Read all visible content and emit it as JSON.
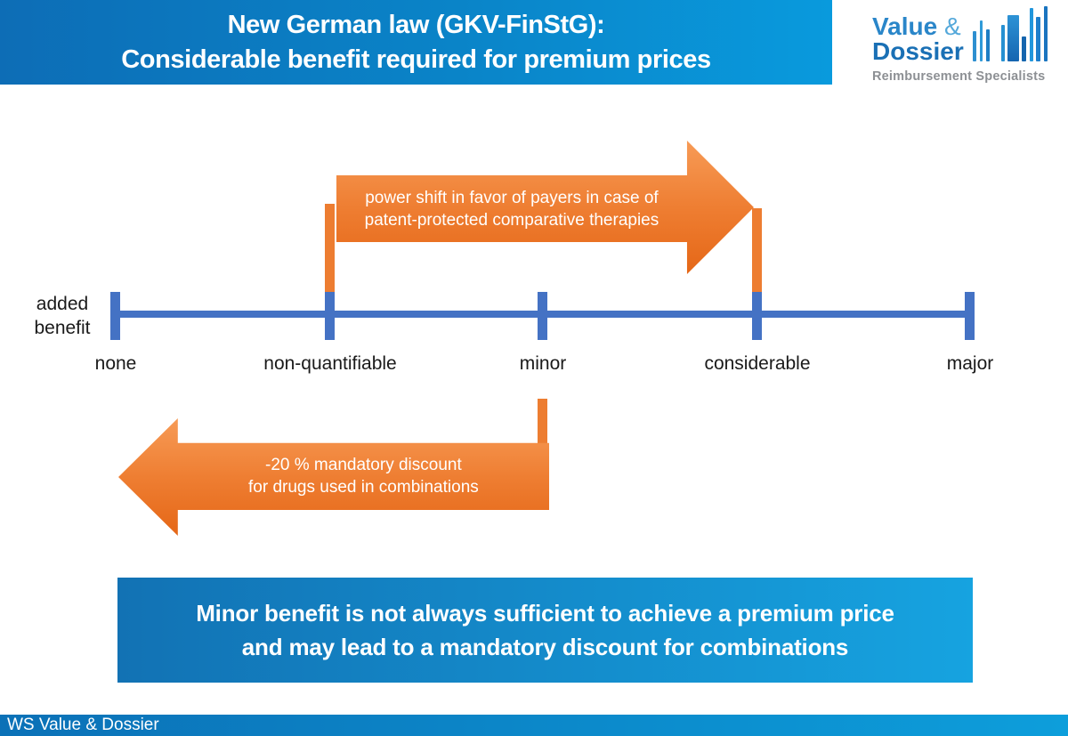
{
  "header": {
    "title_line1": "New German law (GKV-FinStG):",
    "title_line2": "Considerable benefit required for premium prices",
    "gradient_left": "#0d6db6",
    "gradient_right": "#099add"
  },
  "logo": {
    "name_part1": "Value",
    "name_amp": "&",
    "name_part2": "Dossier",
    "tagline": "Reimbursement Specialists",
    "icon": "bar-chart-icon",
    "name_color": "#1a70b5",
    "tagline_color": "#8d9094"
  },
  "scale": {
    "caption_line1": "added",
    "caption_line2": "benefit",
    "categories": [
      "none",
      "non-quantifiable",
      "minor",
      "considerable",
      "major"
    ],
    "axis_color": "#4472c4"
  },
  "arrow_top": {
    "direction": "right",
    "line1": "power shift in favor of payers in case of",
    "line2": "patent-protected comparative therapies",
    "color": "#ed7d31",
    "spans_from": "non-quantifiable",
    "spans_to": "considerable"
  },
  "arrow_bottom": {
    "direction": "left",
    "line1": "-20 % mandatory discount",
    "line2": "for drugs used in combinations",
    "color": "#ed7d31",
    "spans_from": "minor"
  },
  "callout": {
    "line1": "Minor benefit is not always sufficient to achieve a premium price",
    "line2": "and may lead to a mandatory discount for combinations",
    "gradient_left": "#1272b4",
    "gradient_right": "#16a3e0"
  },
  "footer": {
    "text": "WS Value & Dossier"
  }
}
